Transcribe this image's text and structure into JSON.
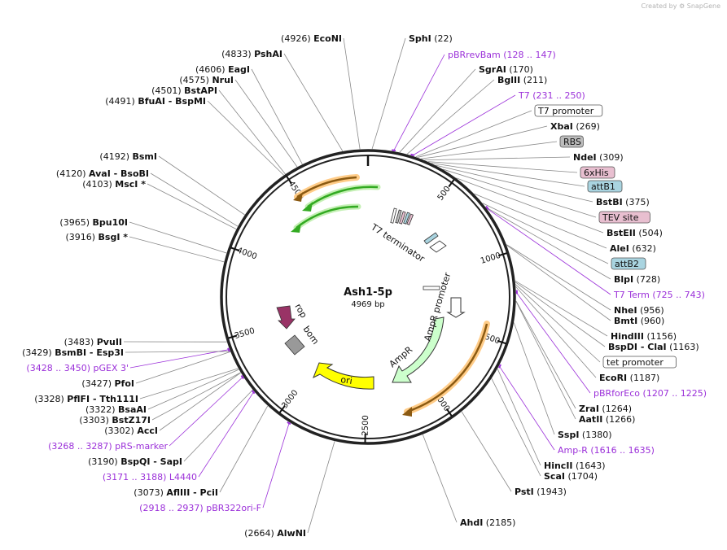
{
  "credit": {
    "prefix": "Created by",
    "brand": "SnapGene"
  },
  "plasmid": {
    "name": "Ash1-5p",
    "size_label": "4969 bp",
    "length": 4969
  },
  "ticks": [
    "500",
    "1000",
    "1500",
    "2000",
    "2500",
    "3000",
    "3500",
    "4000",
    "4500"
  ],
  "colors": {
    "backbone": "#222222",
    "primer": "#9b30d9",
    "ampr": "#ccffcc",
    "ori": "#ffff00",
    "rop": "#993366",
    "bom": "#999999",
    "orf_highlight": "#ffcc88",
    "orf_green": "#33aa22",
    "orf_brown": "#8b5a12",
    "promoter_box": "#ffffff",
    "site_pink": "#e8bfd0",
    "site_blue": "#a9d4e0",
    "rbs": "#bbbbbb"
  },
  "features": [
    {
      "label": "T7 terminator",
      "type": "terminator"
    },
    {
      "label": "AmpR promoter",
      "type": "promoter"
    },
    {
      "label": "AmpR",
      "type": "cds"
    },
    {
      "label": "ori",
      "type": "rep_origin"
    },
    {
      "label": "rop",
      "type": "cds"
    },
    {
      "label": "bom",
      "type": "misc"
    }
  ],
  "labels": [
    {
      "text": "EcoNI",
      "pos": "(4926)",
      "kind": "enzyme"
    },
    {
      "text": "SphI",
      "pos": "(22)",
      "kind": "enzyme"
    },
    {
      "text": "pBRrevBam",
      "pos": "(128 .. 147)",
      "kind": "primer"
    },
    {
      "text": "SgrAI",
      "pos": "(170)",
      "kind": "enzyme"
    },
    {
      "text": "BglII",
      "pos": "(211)",
      "kind": "enzyme"
    },
    {
      "text": "T7",
      "pos": "(231 .. 250)",
      "kind": "primer"
    },
    {
      "text": "T7 promoter",
      "pos": "",
      "kind": "box-promoter"
    },
    {
      "text": "XbaI",
      "pos": "(269)",
      "kind": "enzyme"
    },
    {
      "text": "RBS",
      "pos": "",
      "kind": "box-rbs"
    },
    {
      "text": "NdeI",
      "pos": "(309)",
      "kind": "enzyme"
    },
    {
      "text": "6xHis",
      "pos": "",
      "kind": "box-pink"
    },
    {
      "text": "attB1",
      "pos": "",
      "kind": "box-blue"
    },
    {
      "text": "BstBI",
      "pos": "(375)",
      "kind": "enzyme"
    },
    {
      "text": "TEV site",
      "pos": "",
      "kind": "box-pink"
    },
    {
      "text": "BstEII",
      "pos": "(504)",
      "kind": "enzyme"
    },
    {
      "text": "AleI",
      "pos": "(632)",
      "kind": "enzyme"
    },
    {
      "text": "attB2",
      "pos": "",
      "kind": "box-blue"
    },
    {
      "text": "BlpI",
      "pos": "(728)",
      "kind": "enzyme"
    },
    {
      "text": "T7 Term",
      "pos": "(725 .. 743)",
      "kind": "primer"
    },
    {
      "text": "NheI",
      "pos": "(956)",
      "kind": "enzyme"
    },
    {
      "text": "BmtI",
      "pos": "(960)",
      "kind": "enzyme"
    },
    {
      "text": "HindIII",
      "pos": "(1156)",
      "kind": "enzyme"
    },
    {
      "text": "BspDI - ClaI",
      "pos": "(1163)",
      "kind": "enzyme"
    },
    {
      "text": "tet promoter",
      "pos": "",
      "kind": "box-promoter"
    },
    {
      "text": "EcoRI",
      "pos": "(1187)",
      "kind": "enzyme"
    },
    {
      "text": "pBRforEco",
      "pos": "(1207 .. 1225)",
      "kind": "primer"
    },
    {
      "text": "ZraI",
      "pos": "(1264)",
      "kind": "enzyme"
    },
    {
      "text": "AatII",
      "pos": "(1266)",
      "kind": "enzyme"
    },
    {
      "text": "SspI",
      "pos": "(1380)",
      "kind": "enzyme"
    },
    {
      "text": "Amp-R",
      "pos": "(1616 .. 1635)",
      "kind": "primer"
    },
    {
      "text": "HincII",
      "pos": "(1643)",
      "kind": "enzyme"
    },
    {
      "text": "ScaI",
      "pos": "(1704)",
      "kind": "enzyme"
    },
    {
      "text": "PstI",
      "pos": "(1943)",
      "kind": "enzyme"
    },
    {
      "text": "AhdI",
      "pos": "(2185)",
      "kind": "enzyme"
    },
    {
      "text": "AlwNI",
      "pos": "(2664)",
      "kind": "enzyme"
    },
    {
      "text": "pBR322ori-F",
      "pos": "(2918 .. 2937)",
      "kind": "primer"
    },
    {
      "text": "AflIII - PciI",
      "pos": "(3073)",
      "kind": "enzyme"
    },
    {
      "text": "L4440",
      "pos": "(3171 .. 3188)",
      "kind": "primer"
    },
    {
      "text": "BspQI - SapI",
      "pos": "(3190)",
      "kind": "enzyme"
    },
    {
      "text": "pRS-marker",
      "pos": "(3268 .. 3287)",
      "kind": "primer"
    },
    {
      "text": "AccI",
      "pos": "(3302)",
      "kind": "enzyme"
    },
    {
      "text": "BstZ17I",
      "pos": "(3303)",
      "kind": "enzyme"
    },
    {
      "text": "BsaAI",
      "pos": "(3322)",
      "kind": "enzyme"
    },
    {
      "text": "PflFI - Tth111I",
      "pos": "(3328)",
      "kind": "enzyme"
    },
    {
      "text": "PfoI",
      "pos": "(3427)",
      "kind": "enzyme"
    },
    {
      "text": "pGEX 3'",
      "pos": "(3428 .. 3450)",
      "kind": "primer"
    },
    {
      "text": "BsmBI - Esp3I",
      "pos": "(3429)",
      "kind": "enzyme"
    },
    {
      "text": "PvuII",
      "pos": "(3483)",
      "kind": "enzyme"
    },
    {
      "text": "Bpu10I",
      "pos": "(3965)",
      "kind": "enzyme"
    },
    {
      "text": "BsgI *",
      "pos": "(3916)",
      "kind": "enzyme"
    },
    {
      "text": "BsmI",
      "pos": "(4192)",
      "kind": "enzyme"
    },
    {
      "text": "AvaI - BsoBI",
      "pos": "(4120)",
      "kind": "enzyme"
    },
    {
      "text": "MscI *",
      "pos": "(4103)",
      "kind": "enzyme"
    },
    {
      "text": "BfuAI - BspMI",
      "pos": "(4491)",
      "kind": "enzyme"
    },
    {
      "text": "BstAPI",
      "pos": "(4501)",
      "kind": "enzyme"
    },
    {
      "text": "NruI",
      "pos": "(4575)",
      "kind": "enzyme"
    },
    {
      "text": "EagI",
      "pos": "(4606)",
      "kind": "enzyme"
    },
    {
      "text": "PshAI",
      "pos": "(4833)",
      "kind": "enzyme"
    }
  ]
}
